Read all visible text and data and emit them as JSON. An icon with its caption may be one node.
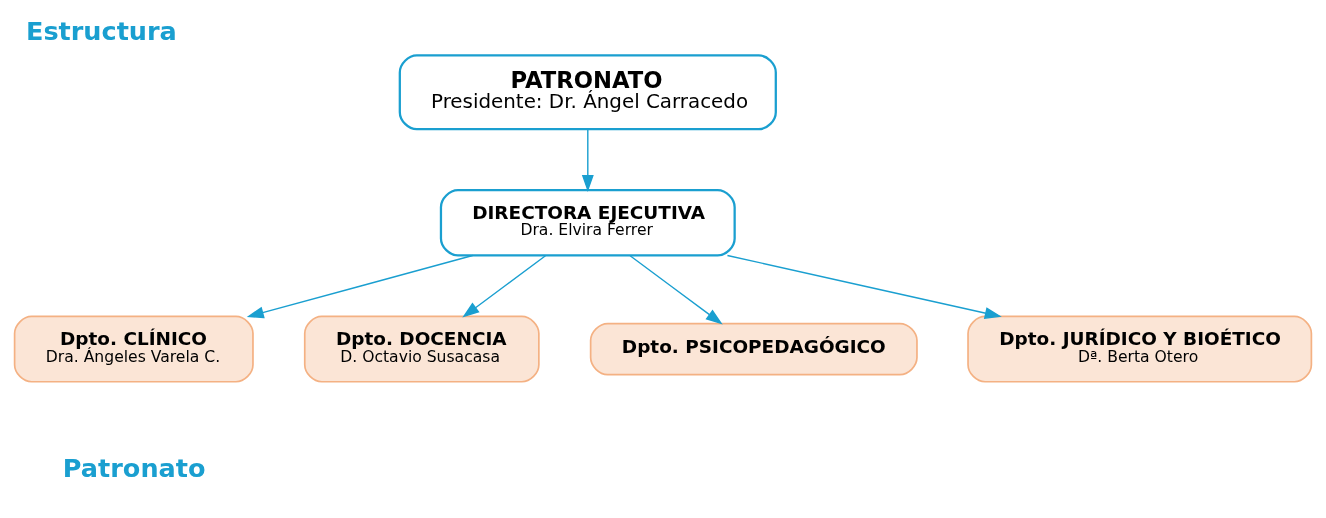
{
  "diagram": {
    "title": "Estructura",
    "nodes": [
      {
        "text": [
          "PATRONATO",
          "Presidente: Dr. Ángel Carracedo"
        ]
      },
      {
        "text": [
          "DIRECTORA EJECUTIVA",
          "Dra. Elvira Ferrer"
        ]
      },
      {
        "text": [
          "Dpto. CLÍNICO",
          "Dra. Ángeles Varela C."
        ]
      },
      {
        "text": [
          "Dpto. DOCENCIA",
          "D. Octavio Susacasa"
        ]
      },
      {
        "text": [
          "Dpto. PSICOPEDAGÓGICO"
        ]
      },
      {
        "text": [
          "Dpto. JURÍDICO Y BIOÉTICO",
          "Dª. Berta Otero"
        ]
      }
    ],
    "edges": [
      {
        "from": 0,
        "to": 1,
        "arrow": "to"
      },
      {
        "from": 1,
        "to": 2,
        "arrow": "to"
      },
      {
        "from": 1,
        "to": 3,
        "arrow": "to"
      },
      {
        "from": 1,
        "to": 4,
        "arrow": "to"
      },
      {
        "from": 1,
        "to": 5,
        "arrow": "to"
      }
    ],
    "labels": [
      "Patronato"
    ]
  }
}
